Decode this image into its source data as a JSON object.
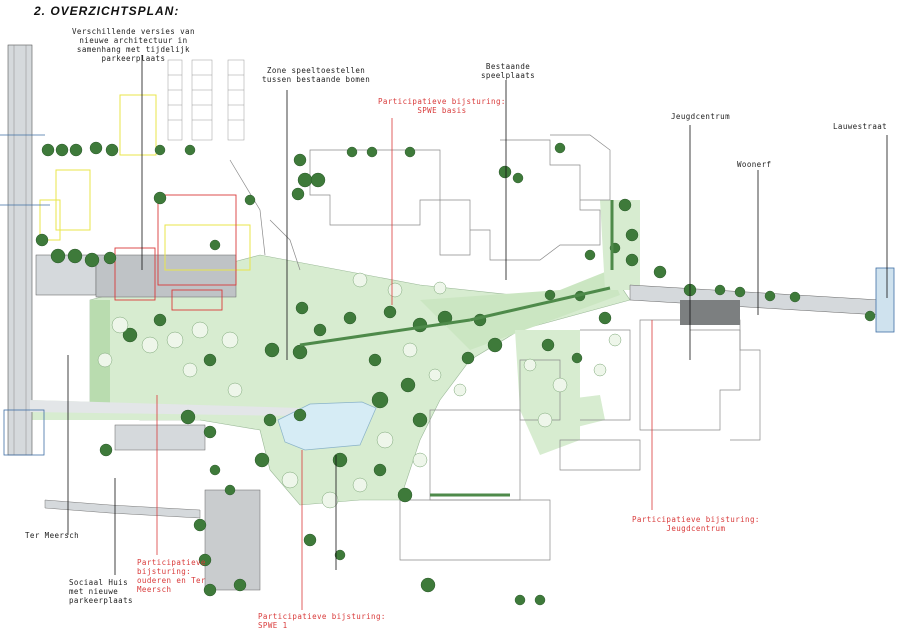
{
  "title": "2.  OVERZICHTSPLAN:",
  "labels": {
    "architectuur": "Verschillende versies van\nnieuwe architectuur in\nsamenhang met tijdelijk\nparkeerplaats",
    "speeltoestellen": "Zone speeltoestellen\ntussen bestaande bomen",
    "speelplaats": "Bestaande\nspeelplaats",
    "spwe_basis": "Participatieve bijsturing:\nSPWE basis",
    "jeugdcentrum": "Jeugdcentrum",
    "woonerf": "Woonerf",
    "lauwestraat": "Lauwestraat",
    "ter_meersch": "Ter Meersch",
    "sociaal_huis": "Sociaal Huis\nmet nieuwe\nparkeerplaats",
    "ouderen": "Participatieve\nbijsturing:\nouderen en Ter\nMeersch",
    "spwe1": "Participatieve bijsturing:\nSPWE 1",
    "jeugd_part": "Participatieve bijsturing:\nJeugdcentrum"
  },
  "colors": {
    "red": "#d93a3a",
    "yellow": "#e9e54a",
    "green": "#d7ecd0",
    "tree": "#3e7a3a",
    "water": "#d6ecf5",
    "road": "#d5d9dc"
  }
}
